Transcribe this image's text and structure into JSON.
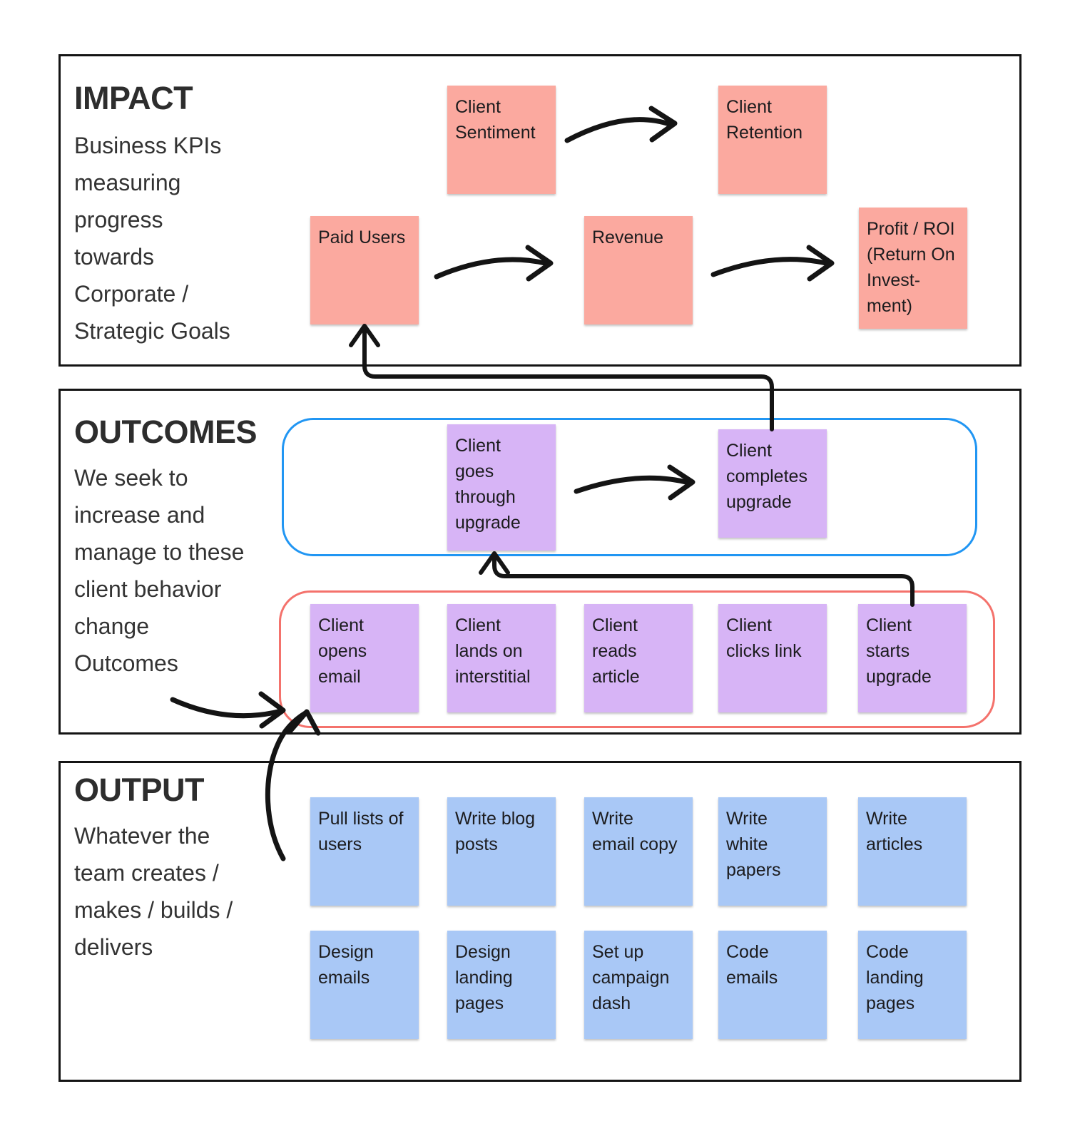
{
  "palette": {
    "section_border": "#141414",
    "impact_note_bg": "#FBA99F",
    "outcome_note_bg": "#D7B4F6",
    "output_note_bg": "#A9C8F6",
    "primary_group_border": "#2196F3",
    "secondary_group_border": "#F4726C",
    "arrow_color": "#141414",
    "heading_color": "#2d2d2d",
    "body_text_color": "#333333"
  },
  "sections": {
    "impact": {
      "title": "IMPACT",
      "description": "Business KPIs\nmeasuring\nprogress\ntowards\nCorporate /\nStrategic Goals"
    },
    "outcomes": {
      "title": "OUTCOMES",
      "description": "We seek to\nincrease and\nmanage to these\nclient behavior\nchange\nOutcomes"
    },
    "output": {
      "title": "OUTPUT",
      "description": "Whatever the\nteam creates /\nmakes / builds /\ndelivers"
    }
  },
  "notes": {
    "impact": [
      "Client\nSentiment",
      "Client\nRetention",
      "Paid Users",
      "Revenue",
      "Profit / ROI\n(Return On\nInvest-\nment)"
    ],
    "outcomes_primary": [
      "Client\ngoes\nthrough\nupgrade",
      "Client\ncompletes\nupgrade"
    ],
    "outcomes_secondary": [
      "Client\nopens\nemail",
      "Client\nlands on\ninterstitial",
      "Client\nreads\narticle",
      "Client\nclicks link",
      "Client\nstarts\nupgrade"
    ],
    "output_row1": [
      "Pull lists of\nusers",
      "Write blog\nposts",
      "Write\nemail copy",
      "Write\nwhite\npapers",
      "Write\narticles"
    ],
    "output_row2": [
      "Design\nemails",
      "Design\nlanding\npages",
      "Set up\ncampaign\ndash",
      "Code\nemails",
      "Code\nlanding\npages"
    ]
  },
  "arrows": [
    {
      "from": "Client Sentiment",
      "to": "Client Retention"
    },
    {
      "from": "Paid Users",
      "to": "Revenue"
    },
    {
      "from": "Revenue",
      "to": "Profit / ROI (Return On Investment)"
    },
    {
      "from": "Client goes through upgrade",
      "to": "Client completes upgrade"
    },
    {
      "from": "Client completes upgrade",
      "to": "Paid Users"
    },
    {
      "from": "Client starts upgrade",
      "to": "Client goes through upgrade"
    },
    {
      "from": "Outcomes description",
      "to": "client behavior outcomes group"
    },
    {
      "from": "Output section",
      "to": "Client opens email"
    }
  ]
}
